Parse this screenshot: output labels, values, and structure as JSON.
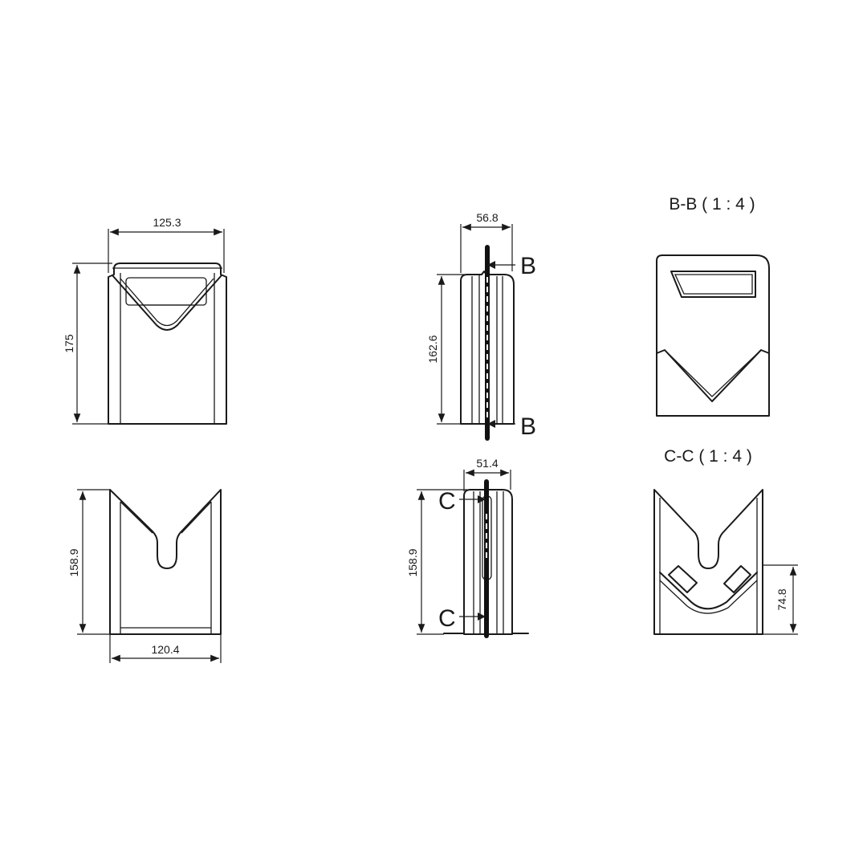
{
  "views": {
    "front_top": {
      "width_label": "125.3",
      "height_label": "175"
    },
    "side_top": {
      "width_label": "56.8",
      "height_label": "162.6",
      "section_letter_top": "B",
      "section_letter_bottom": "B"
    },
    "section_bb": {
      "title": "B-B ( 1 : 4 )"
    },
    "front_bottom": {
      "width_label": "120.4",
      "height_label": "158.9"
    },
    "side_bottom": {
      "width_label": "51.4",
      "height_label": "158.9",
      "section_letter_top": "C",
      "section_letter_bottom": "C"
    },
    "section_cc": {
      "title": "C-C ( 1 : 4 )",
      "height_label": "74.8"
    }
  }
}
